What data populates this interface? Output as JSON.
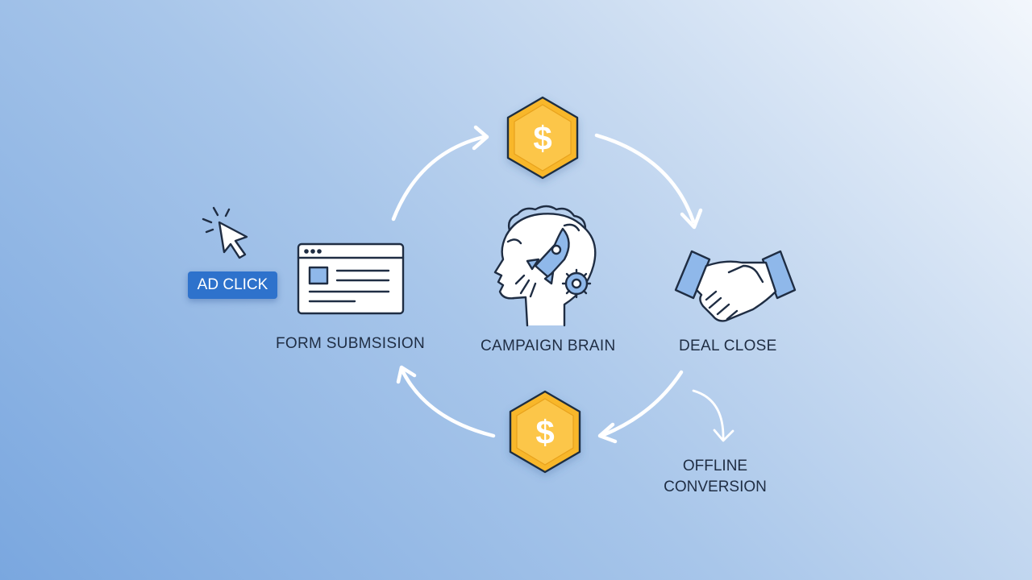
{
  "nodes": {
    "ad_click": "AD CLICK",
    "form_submission": "FORM SUBMSISION",
    "campaign_brain": "CAMPAIGN BRAIN",
    "deal_close": "DEAL CLOSE",
    "offline_conversion_line1": "OFFLINE",
    "offline_conversion_line2": "CONVERSION",
    "currency_symbol": "$"
  },
  "icons": {
    "cursor": "cursor-click-icon",
    "form": "browser-form-icon",
    "brain": "head-rocket-gear-icon",
    "handshake": "handshake-icon",
    "coin": "hexagon-dollar-icon"
  },
  "colors": {
    "accent_blue": "#2e72cc",
    "coin_gold": "#f8b72b",
    "icon_outline": "#1f2d43",
    "icon_fill_blue": "#8fb8ea",
    "arrow": "#ffffff"
  }
}
